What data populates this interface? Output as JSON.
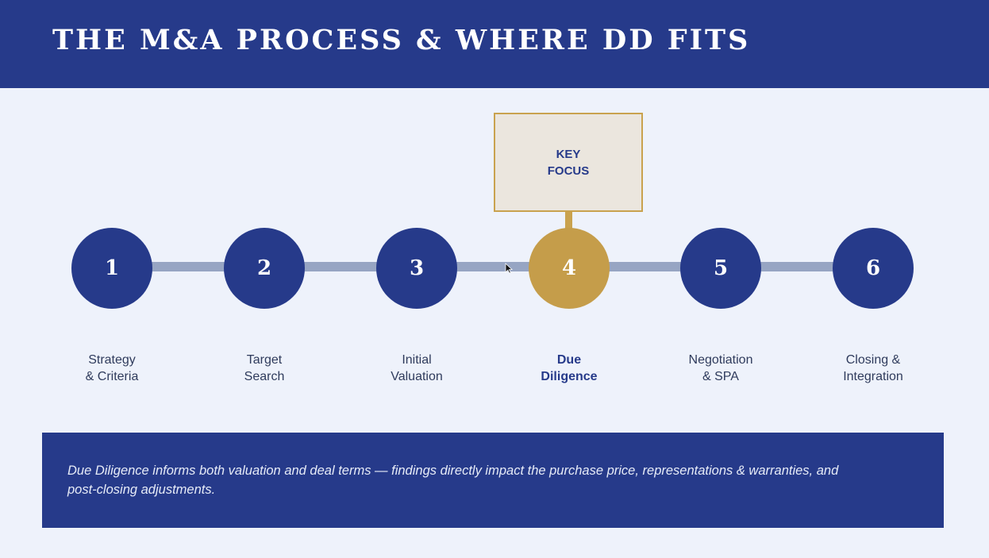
{
  "header": {
    "title": "THE M&A PROCESS & WHERE DD FITS"
  },
  "key_focus": {
    "line1": "KEY",
    "line2": "FOCUS"
  },
  "steps": [
    {
      "number": "1",
      "label_line1": "Strategy",
      "label_line2": "& Criteria",
      "active": false
    },
    {
      "number": "2",
      "label_line1": "Target",
      "label_line2": "Search",
      "active": false
    },
    {
      "number": "3",
      "label_line1": "Initial",
      "label_line2": "Valuation",
      "active": false
    },
    {
      "number": "4",
      "label_line1": "Due",
      "label_line2": "Diligence",
      "active": true
    },
    {
      "number": "5",
      "label_line1": "Negotiation",
      "label_line2": "& SPA",
      "active": false
    },
    {
      "number": "6",
      "label_line1": "Closing &",
      "label_line2": "Integration",
      "active": false
    }
  ],
  "note": {
    "line1": "Due Diligence informs both valuation and deal terms — findings directly impact the purchase price, representations & warranties, and",
    "line2": "post-closing adjustments."
  },
  "colors": {
    "header_bg": "#263a8a",
    "step_circle": "#263a8a",
    "active_step": "#c59d4a",
    "connector": "#97a5c3",
    "background": "#eef2fb"
  }
}
